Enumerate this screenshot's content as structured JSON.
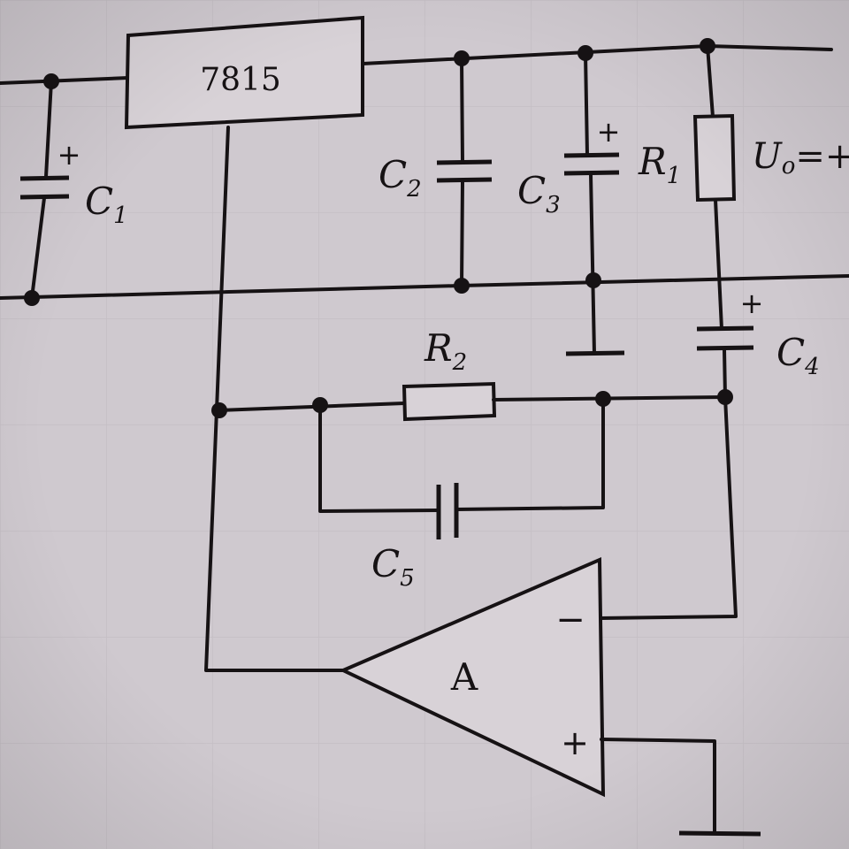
{
  "regulator": {
    "label": "7815"
  },
  "labels": {
    "c1": "C",
    "c1_sub": "1",
    "c2": "C",
    "c2_sub": "2",
    "c3": "C",
    "c3_sub": "3",
    "c4": "C",
    "c4_sub": "4",
    "c5": "C",
    "c5_sub": "5",
    "r1": "R",
    "r1_sub": "1",
    "r2": "R",
    "r2_sub": "2",
    "uo": "U",
    "uo_sub": "o",
    "uo_suffix": "=+"
  },
  "polarity": {
    "plus": "+",
    "minus": "−"
  },
  "opamp": {
    "label": "A",
    "inverting": "−",
    "non_inverting": "+"
  },
  "colors": {
    "ink": "#161214",
    "paper": "#cfc9cf"
  }
}
